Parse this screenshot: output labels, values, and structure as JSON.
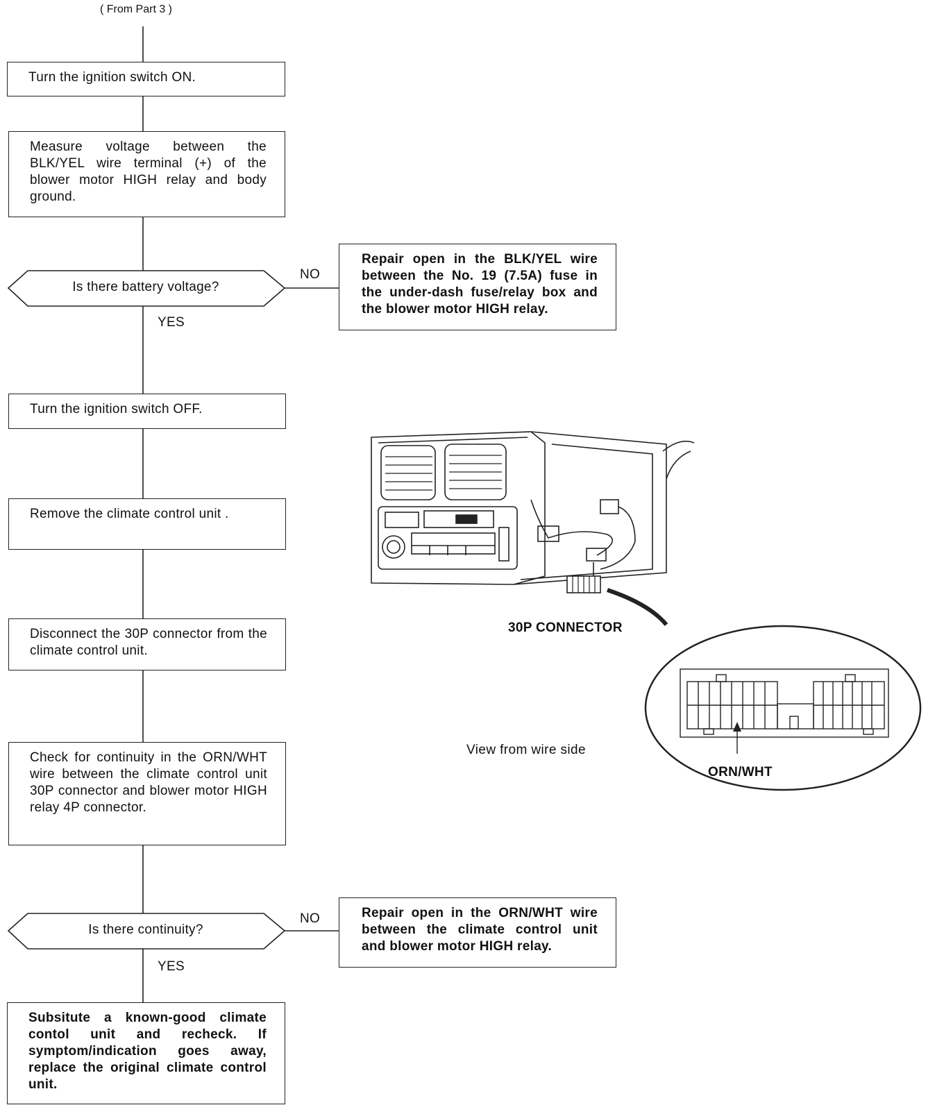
{
  "header": {
    "from_part": "( From Part 3 )"
  },
  "steps": {
    "ignition_on": "Turn the ignition switch ON.",
    "measure_voltage": "Measure voltage between the BLK/YEL wire terminal (+) of the blower motor HIGH relay and body ground.",
    "ignition_off": "Turn the ignition switch OFF.",
    "remove_unit": "Remove the climate control unit .",
    "disconnect": "Disconnect the 30P connector from the climate control unit.",
    "check_continuity": "Check for continuity in the ORN/WHT wire between the climate control unit 30P connector and blower motor HIGH relay 4P connector.",
    "substitute": "Subsitute a known-good climate contol unit and recheck. If symptom/indication goes away, replace the original climate control unit."
  },
  "decisions": {
    "battery_voltage": {
      "question": "Is there battery voltage?",
      "no": "NO",
      "yes": "YES"
    },
    "continuity": {
      "question": "Is there continuity?",
      "no": "NO",
      "yes": "YES"
    }
  },
  "repairs": {
    "blk_yel": "Repair open in the BLK/YEL wire between the No. 19 (7.5A) fuse in the under-dash fuse/relay box and the blower motor HIGH relay.",
    "orn_wht": "Repair open in the ORN/WHT wire between the climate control unit and blower motor HIGH relay."
  },
  "illustration": {
    "connector_label": "30P CONNECTOR",
    "view_caption": "View from wire side",
    "wire_label": "ORN/WHT"
  }
}
